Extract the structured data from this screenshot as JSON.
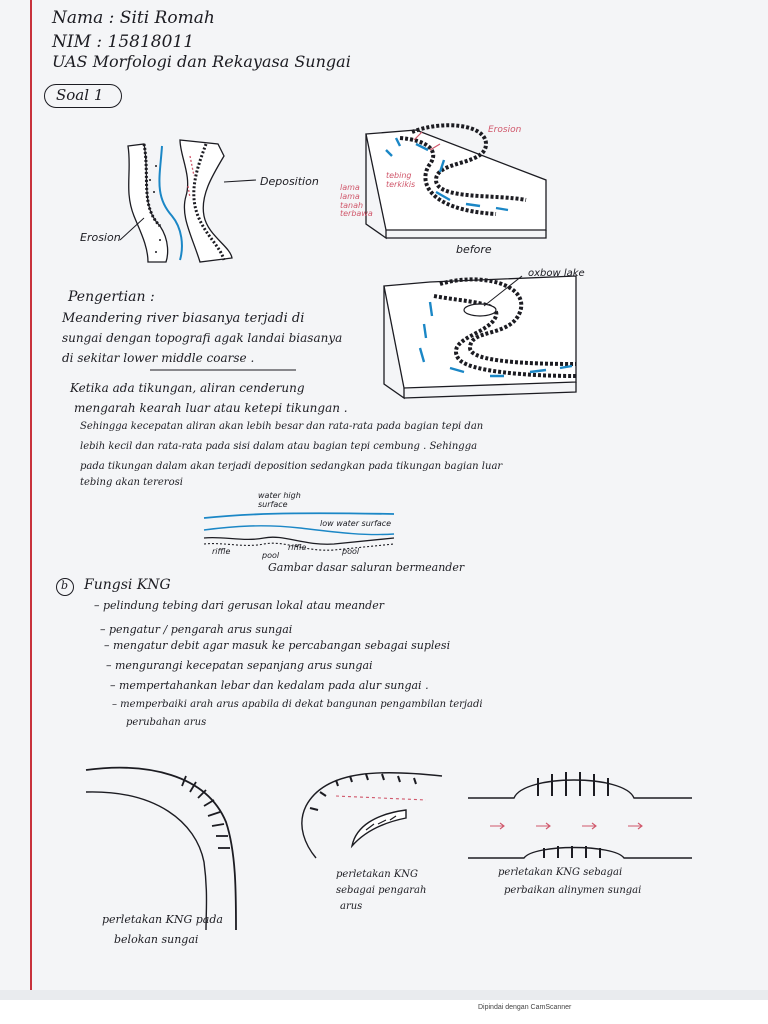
{
  "header": {
    "name_line": "Nama : Siti Romah",
    "nim_line": "NIM : 15818011",
    "uas_line": "UAS  Morfologi dan Rekayasa Sungai"
  },
  "soal": {
    "label": "Soal 1"
  },
  "fig1": {
    "deposition": "Deposition",
    "erosion": "Erosion"
  },
  "fig2": {
    "erosion": "Erosion",
    "pink_label_1": "tebing terkikis",
    "pink_label_2": "lama lama tanah terbawa",
    "caption": "before"
  },
  "fig3": {
    "oxbow": "oxbow lake"
  },
  "pengertian": {
    "heading": "Pengertian :",
    "lines": [
      "Meandering river biasanya terjadi di",
      "sungai dengan topografi agak landai biasanya",
      "di sekitar  lower middle coarse .",
      "Ketika ada tikungan, aliran cenderung",
      "mengarah kearah luar atau ketepi tikungan .",
      "Sehingga kecepatan aliran akan lebih besar dan rata-rata pada bagian tepi dan",
      "lebih kecil dan rata-rata pada sisi dalam atau bagian tepi cembung .  Sehingga",
      "pada tikungan dalam akan terjadi deposition sedangkan pada tikungan bagian luar",
      "tebing akan tererosi"
    ]
  },
  "profile": {
    "water_high": "water high surface",
    "low_water": "low water surface",
    "riffle1": "riffle",
    "pool1": "pool",
    "riffle2": "riffle",
    "pool2": "pool",
    "caption": "Gambar dasar saluran bermeander"
  },
  "section_b": {
    "marker": "b",
    "heading": "Fungsi KNG",
    "items": [
      "–  pelindung tebing dari gerusan lokal atau meander",
      "–  pengatur / pengarah arus sungai",
      "–  mengatur debit agar masuk ke percabangan sebagai suplesi",
      "–  mengurangi kecepatan sepanjang arus sungai",
      "–  mempertahankan lebar dan kedalam pada alur sungai .",
      "–  memperbaiki arah arus apabila di dekat bangunan pengambilan terjadi",
      "    perubahan arus"
    ]
  },
  "bottom_figs": {
    "left_caption_1": "perletakan KNG pada",
    "left_caption_2": "belokan sungai",
    "mid_caption_1": "perletakan KNG",
    "mid_caption_2": "sebagai pengarah",
    "mid_caption_3": "arus",
    "right_caption_1": "perletakan KNG sebagai",
    "right_caption_2": "perbaikan alinymen sungai"
  },
  "footer": {
    "scanner": "Dipindai dengan CamScanner"
  },
  "colors": {
    "ink": "#1c1c22",
    "blue": "#1b87c6",
    "pink": "#d0576b",
    "margin": "#c8323c"
  }
}
